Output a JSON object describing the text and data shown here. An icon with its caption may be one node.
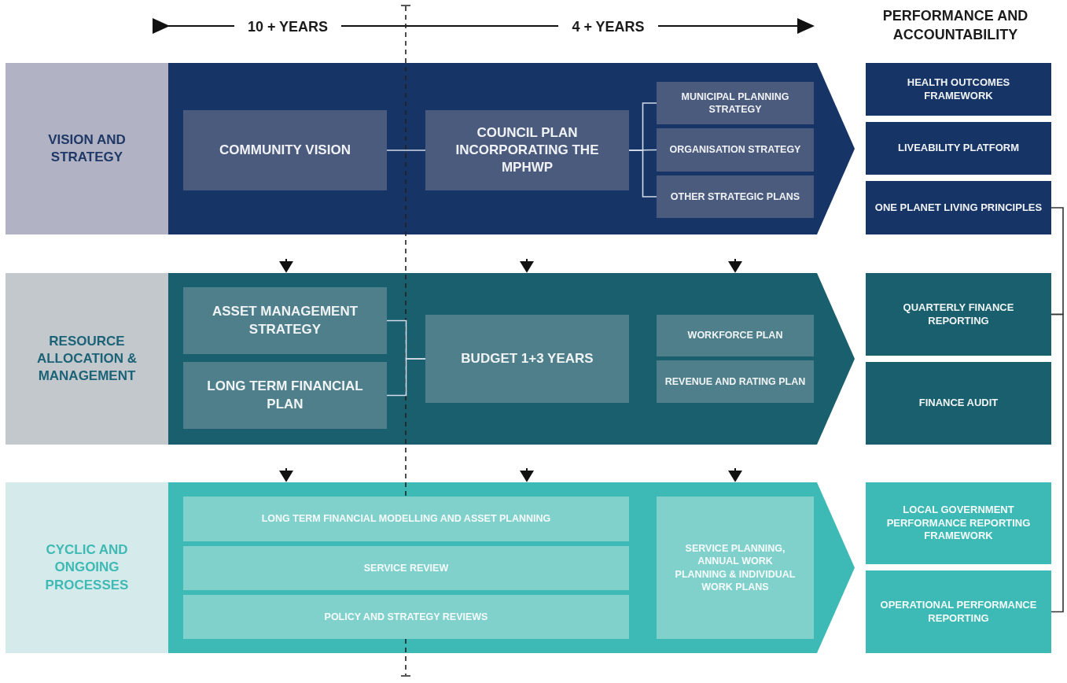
{
  "diagram": {
    "nodes": [
      {
        "text": [
          "VISION AND STRATEGY"
        ]
      },
      {
        "text": [],
        "shape": "band"
      },
      {
        "text": [
          "COMMUNITY VISION"
        ],
        "in": 1
      },
      {
        "text": [
          "COUNCIL PLAN INCORPORATING THE MPHWP"
        ],
        "in": 1
      },
      {
        "text": [
          "MUNICIPAL PLANNING STRATEGY"
        ],
        "in": 1
      },
      {
        "text": [
          "ORGANISATION STRATEGY"
        ],
        "in": 1
      },
      {
        "text": [
          "OTHER STRATEGIC PLANS"
        ],
        "in": 1
      },
      {
        "text": [
          "HEALTH OUTCOMES FRAMEWORK"
        ]
      },
      {
        "text": [
          "LIVEABILITY PLATFORM"
        ]
      },
      {
        "text": [
          "ONE PLANET LIVING PRINCIPLES"
        ]
      },
      {
        "text": [
          "RESOURCE ALLOCATION & MANAGEMENT"
        ]
      },
      {
        "text": [],
        "shape": "band"
      },
      {
        "text": [
          "ASSET MANAGEMENT STRATEGY"
        ],
        "in": 11
      },
      {
        "text": [
          "LONG TERM FINANCIAL PLAN"
        ],
        "in": 11
      },
      {
        "text": [
          "BUDGET 1+3 YEARS"
        ],
        "in": 11
      },
      {
        "text": [
          "WORKFORCE PLAN"
        ],
        "in": 11
      },
      {
        "text": [
          "REVENUE AND RATING PLAN"
        ],
        "in": 11
      },
      {
        "text": [
          "QUARTERLY FINANCE REPORTING"
        ]
      },
      {
        "text": [
          "FINANCE AUDIT"
        ]
      },
      {
        "text": [
          "CYCLIC AND ONGOING PROCESSES"
        ]
      },
      {
        "text": [],
        "shape": "band"
      },
      {
        "text": [
          "LONG TERM FINANCIAL MODELLING AND ASSET PLANNING"
        ],
        "in": 20
      },
      {
        "text": [
          "SERVICE REVIEW"
        ],
        "in": 20
      },
      {
        "text": [
          "POLICY AND STRATEGY REVIEWS"
        ],
        "in": 20
      },
      {
        "text": [
          "SERVICE PLANNING, ANNUAL WORK PLANNING & INDIVIDUAL WORK PLANS"
        ],
        "in": 20
      },
      {
        "text": [
          "LOCAL GOVERNMENT PERFORMANCE REPORTING FRAMEWORK"
        ]
      },
      {
        "text": [
          "OPERATIONAL PERFORMANCE REPORTING"
        ]
      }
    ],
    "edges": [
      {
        "from": 2,
        "to": 3,
        "arrow": "none",
        "color": "#d4dbe8"
      },
      {
        "from": 3,
        "to": 4,
        "arrow": "none",
        "color": "#d4dbe8"
      },
      {
        "from": 3,
        "to": 5,
        "arrow": "none",
        "color": "#d4dbe8"
      },
      {
        "from": 3,
        "to": 6,
        "arrow": "none",
        "color": "#d4dbe8"
      },
      {
        "from": 12,
        "to": 14,
        "arrow": "none",
        "color": "#d4dbe8"
      },
      {
        "from": 13,
        "to": 14,
        "arrow": "none",
        "color": "#d4dbe8"
      },
      {
        "from": 1,
        "to": 11,
        "arrow": "to",
        "color": "#111111"
      },
      {
        "from": 1,
        "to": 11,
        "arrow": "to",
        "color": "#111111"
      },
      {
        "from": 1,
        "to": 11,
        "arrow": "to",
        "color": "#111111"
      },
      {
        "from": 11,
        "to": 20,
        "arrow": "to",
        "color": "#111111"
      },
      {
        "from": 11,
        "to": 20,
        "arrow": "to",
        "color": "#111111"
      },
      {
        "from": 11,
        "to": 20,
        "arrow": "to",
        "color": "#111111"
      },
      {
        "from": 9,
        "to": 17,
        "arrow": "none",
        "color": "#333333"
      },
      {
        "from": 17,
        "to": 26,
        "arrow": "none",
        "color": "#333333"
      }
    ],
    "labels": [
      "10 + YEARS",
      "4 + YEARS",
      "PERFORMANCE AND ACCOUNTABILITY"
    ]
  }
}
